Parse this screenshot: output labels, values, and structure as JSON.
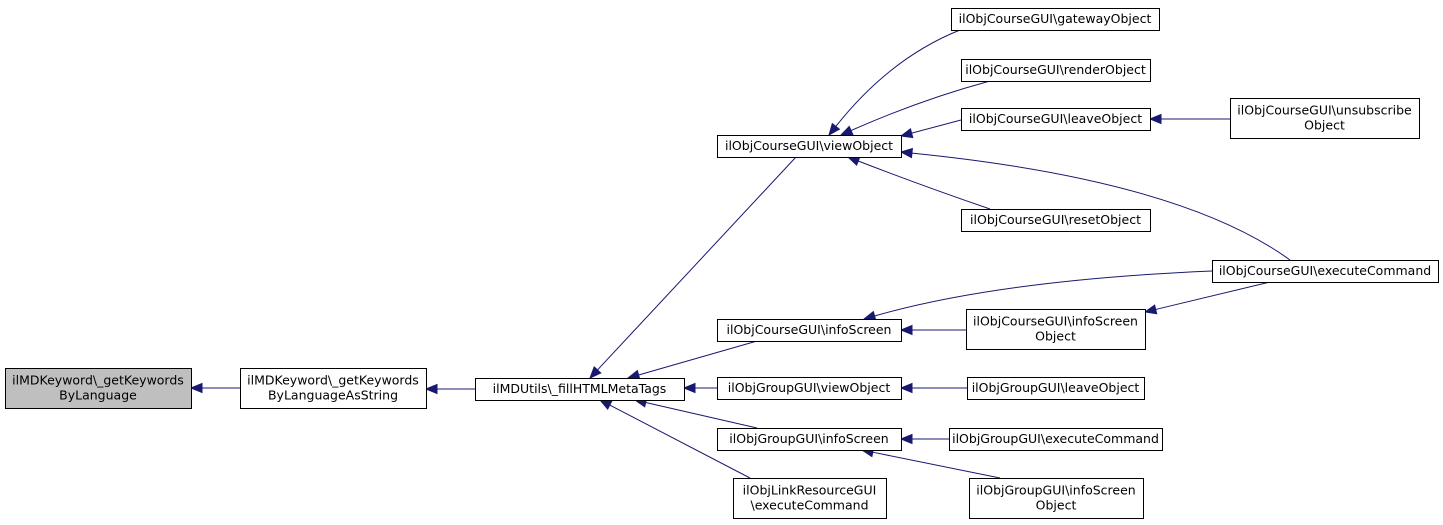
{
  "diagram": {
    "nodes": [
      {
        "id": "n0",
        "lines": [
          "ilMDKeyword\\_getKeywords",
          "ByLanguage"
        ],
        "highlight": true
      },
      {
        "id": "n1",
        "lines": [
          "ilMDKeyword\\_getKeywords",
          "ByLanguageAsString"
        ]
      },
      {
        "id": "n2",
        "lines": [
          "ilMDUtils\\_fillHTMLMetaTags"
        ]
      },
      {
        "id": "n3",
        "lines": [
          "ilObjCourseGUI\\viewObject"
        ]
      },
      {
        "id": "n4",
        "lines": [
          "ilObjCourseGUI\\infoScreen"
        ]
      },
      {
        "id": "n5",
        "lines": [
          "ilObjGroupGUI\\viewObject"
        ]
      },
      {
        "id": "n6",
        "lines": [
          "ilObjGroupGUI\\infoScreen"
        ]
      },
      {
        "id": "n7",
        "lines": [
          "ilObjLinkResourceGUI",
          "\\executeCommand"
        ]
      },
      {
        "id": "n8",
        "lines": [
          "ilObjCourseGUI\\gatewayObject"
        ]
      },
      {
        "id": "n9",
        "lines": [
          "ilObjCourseGUI\\renderObject"
        ]
      },
      {
        "id": "n10",
        "lines": [
          "ilObjCourseGUI\\leaveObject"
        ]
      },
      {
        "id": "n11",
        "lines": [
          "ilObjCourseGUI\\resetObject"
        ]
      },
      {
        "id": "n12",
        "lines": [
          "ilObjCourseGUI\\infoScreen",
          "Object"
        ]
      },
      {
        "id": "n13",
        "lines": [
          "ilObjGroupGUI\\leaveObject"
        ]
      },
      {
        "id": "n14",
        "lines": [
          "ilObjGroupGUI\\executeCommand"
        ]
      },
      {
        "id": "n15",
        "lines": [
          "ilObjGroupGUI\\infoScreen",
          "Object"
        ]
      },
      {
        "id": "n16",
        "lines": [
          "ilObjCourseGUI\\unsubscribe",
          "Object"
        ]
      },
      {
        "id": "n17",
        "lines": [
          "ilObjCourseGUI\\executeCommand"
        ]
      }
    ],
    "edges": [
      {
        "from": "n1",
        "to": "n0"
      },
      {
        "from": "n2",
        "to": "n1"
      },
      {
        "from": "n3",
        "to": "n2"
      },
      {
        "from": "n4",
        "to": "n2"
      },
      {
        "from": "n5",
        "to": "n2"
      },
      {
        "from": "n6",
        "to": "n2"
      },
      {
        "from": "n7",
        "to": "n2"
      },
      {
        "from": "n8",
        "to": "n3"
      },
      {
        "from": "n9",
        "to": "n3"
      },
      {
        "from": "n10",
        "to": "n3"
      },
      {
        "from": "n11",
        "to": "n3"
      },
      {
        "from": "n17",
        "to": "n3"
      },
      {
        "from": "n16",
        "to": "n10"
      },
      {
        "from": "n12",
        "to": "n4"
      },
      {
        "from": "n17",
        "to": "n4"
      },
      {
        "from": "n17",
        "to": "n12"
      },
      {
        "from": "n13",
        "to": "n5"
      },
      {
        "from": "n14",
        "to": "n6"
      },
      {
        "from": "n15",
        "to": "n6"
      }
    ]
  }
}
